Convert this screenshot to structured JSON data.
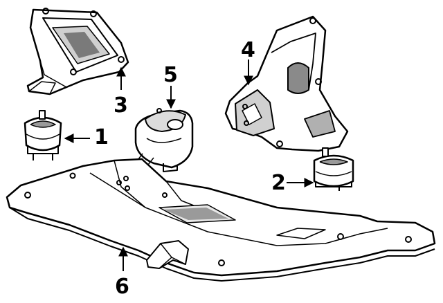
{
  "diagram": {
    "callouts": [
      {
        "id": "1",
        "label": "1"
      },
      {
        "id": "2",
        "label": "2"
      },
      {
        "id": "3",
        "label": "3"
      },
      {
        "id": "4",
        "label": "4"
      },
      {
        "id": "5",
        "label": "5"
      },
      {
        "id": "6",
        "label": "6"
      }
    ]
  },
  "colors": {
    "line": "#000000",
    "background": "#ffffff",
    "shade": "#c8c8c8"
  }
}
